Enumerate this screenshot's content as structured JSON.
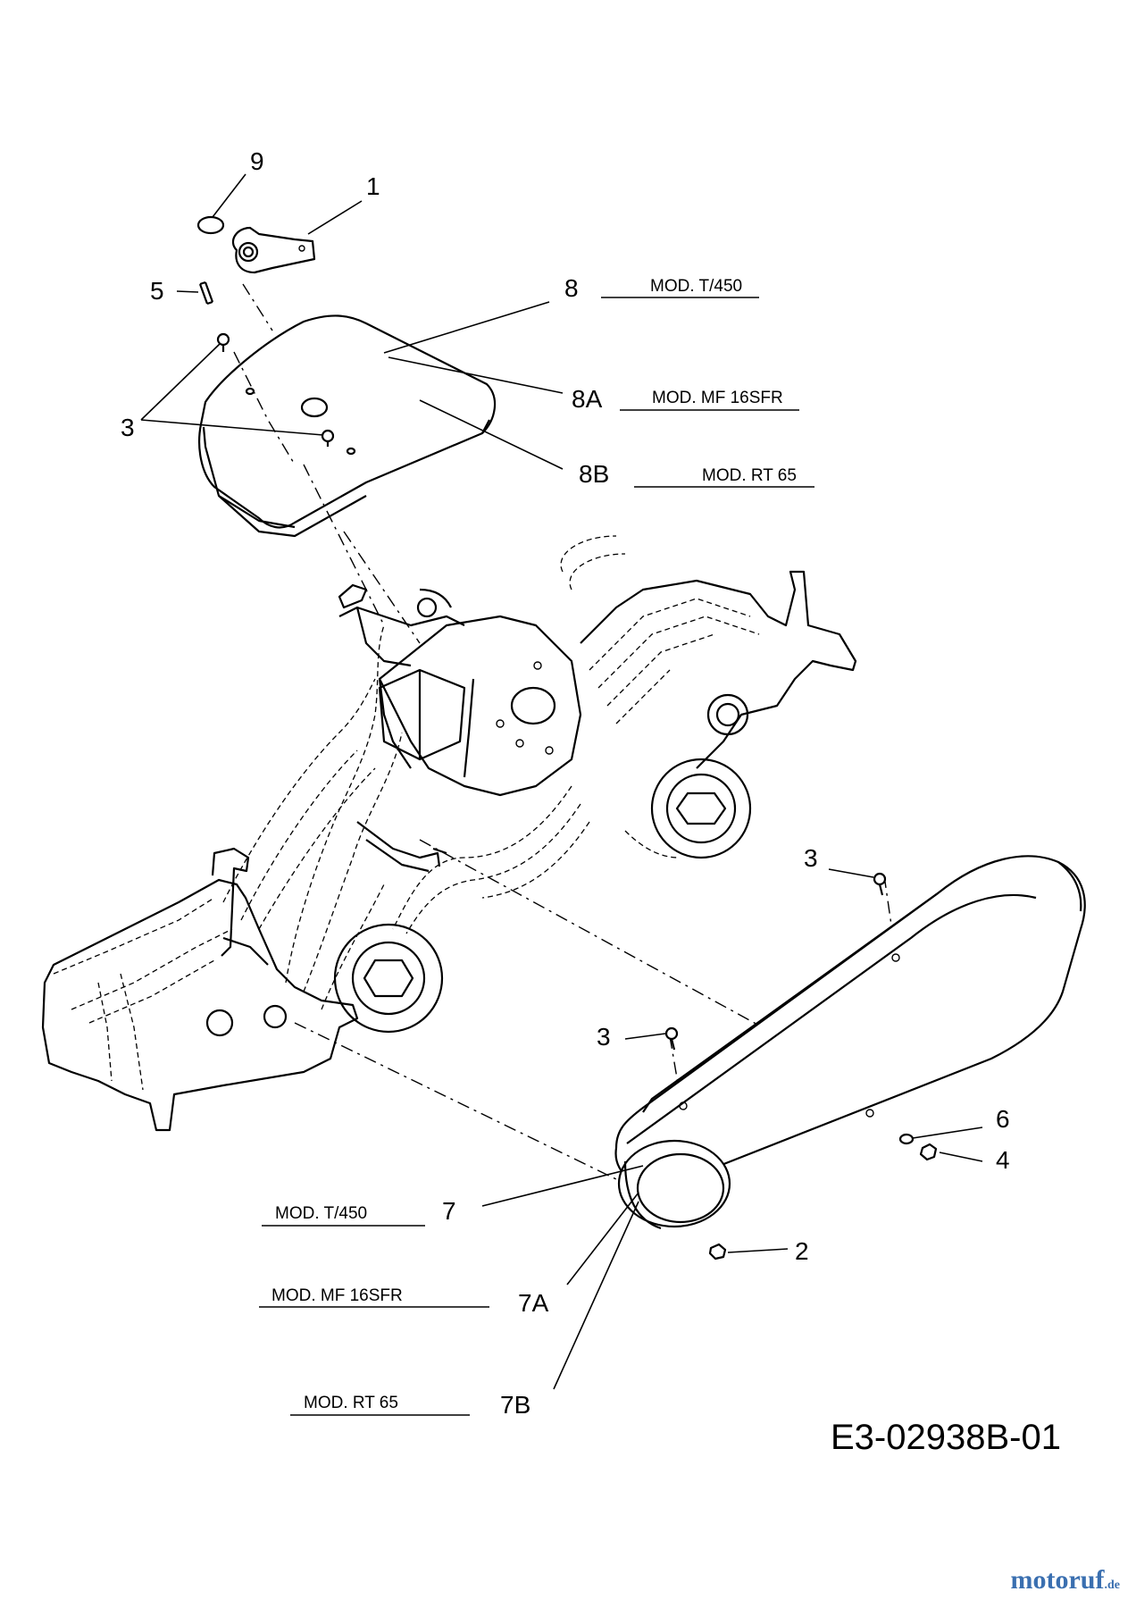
{
  "callouts": {
    "c1": "1",
    "c2": "2",
    "c3a": "3",
    "c3b": "3",
    "c3c": "3",
    "c4": "4",
    "c5": "5",
    "c6": "6",
    "c7": "7",
    "c7a": "7A",
    "c7b": "7B",
    "c8": "8",
    "c8a": "8A",
    "c8b": "8B",
    "c9": "9"
  },
  "models": {
    "m8": "MOD. T/450",
    "m8a": "MOD. MF 16SFR",
    "m8b": "MOD. RT 65",
    "m7": "MOD. T/450",
    "m7a": "MOD. MF 16SFR",
    "m7b": "MOD. RT 65"
  },
  "reference": "E3-02938B-01",
  "logo": {
    "main": "motoruf",
    "tld": ".de"
  }
}
